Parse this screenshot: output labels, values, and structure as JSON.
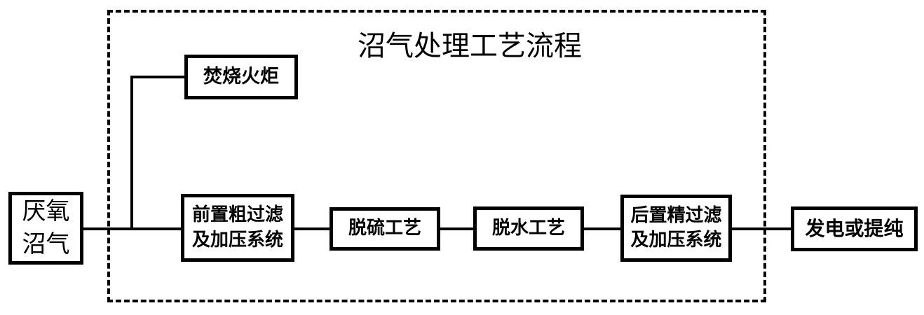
{
  "diagram": {
    "title": "沼气处理工艺流程",
    "nodes": {
      "source": {
        "lines": [
          "厌氧",
          "沼气"
        ]
      },
      "flare": {
        "label": "焚烧火炬"
      },
      "pre_filter": {
        "lines": [
          "前置粗过滤",
          "及加压系统"
        ]
      },
      "desulfurization": {
        "label": "脱硫工艺"
      },
      "dewatering": {
        "label": "脱水工艺"
      },
      "post_filter": {
        "lines": [
          "后置精过滤",
          "及加压系统"
        ]
      },
      "output": {
        "label": "发电或提纯"
      }
    },
    "colors": {
      "stroke": "#000000",
      "background": "#ffffff"
    }
  }
}
